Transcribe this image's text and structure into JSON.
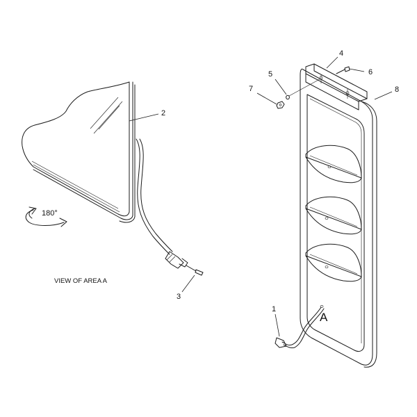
{
  "callouts": {
    "c1": "1",
    "c2": "2",
    "c3": "3",
    "c4": "4",
    "c5": "5",
    "c6": "6",
    "c7": "7",
    "c8": "8"
  },
  "area_marker": "A",
  "view_label": "VIEW OF AREA  A",
  "rotation_label": "180°",
  "icons": {
    "rotation": "curved-arrow-icon"
  }
}
